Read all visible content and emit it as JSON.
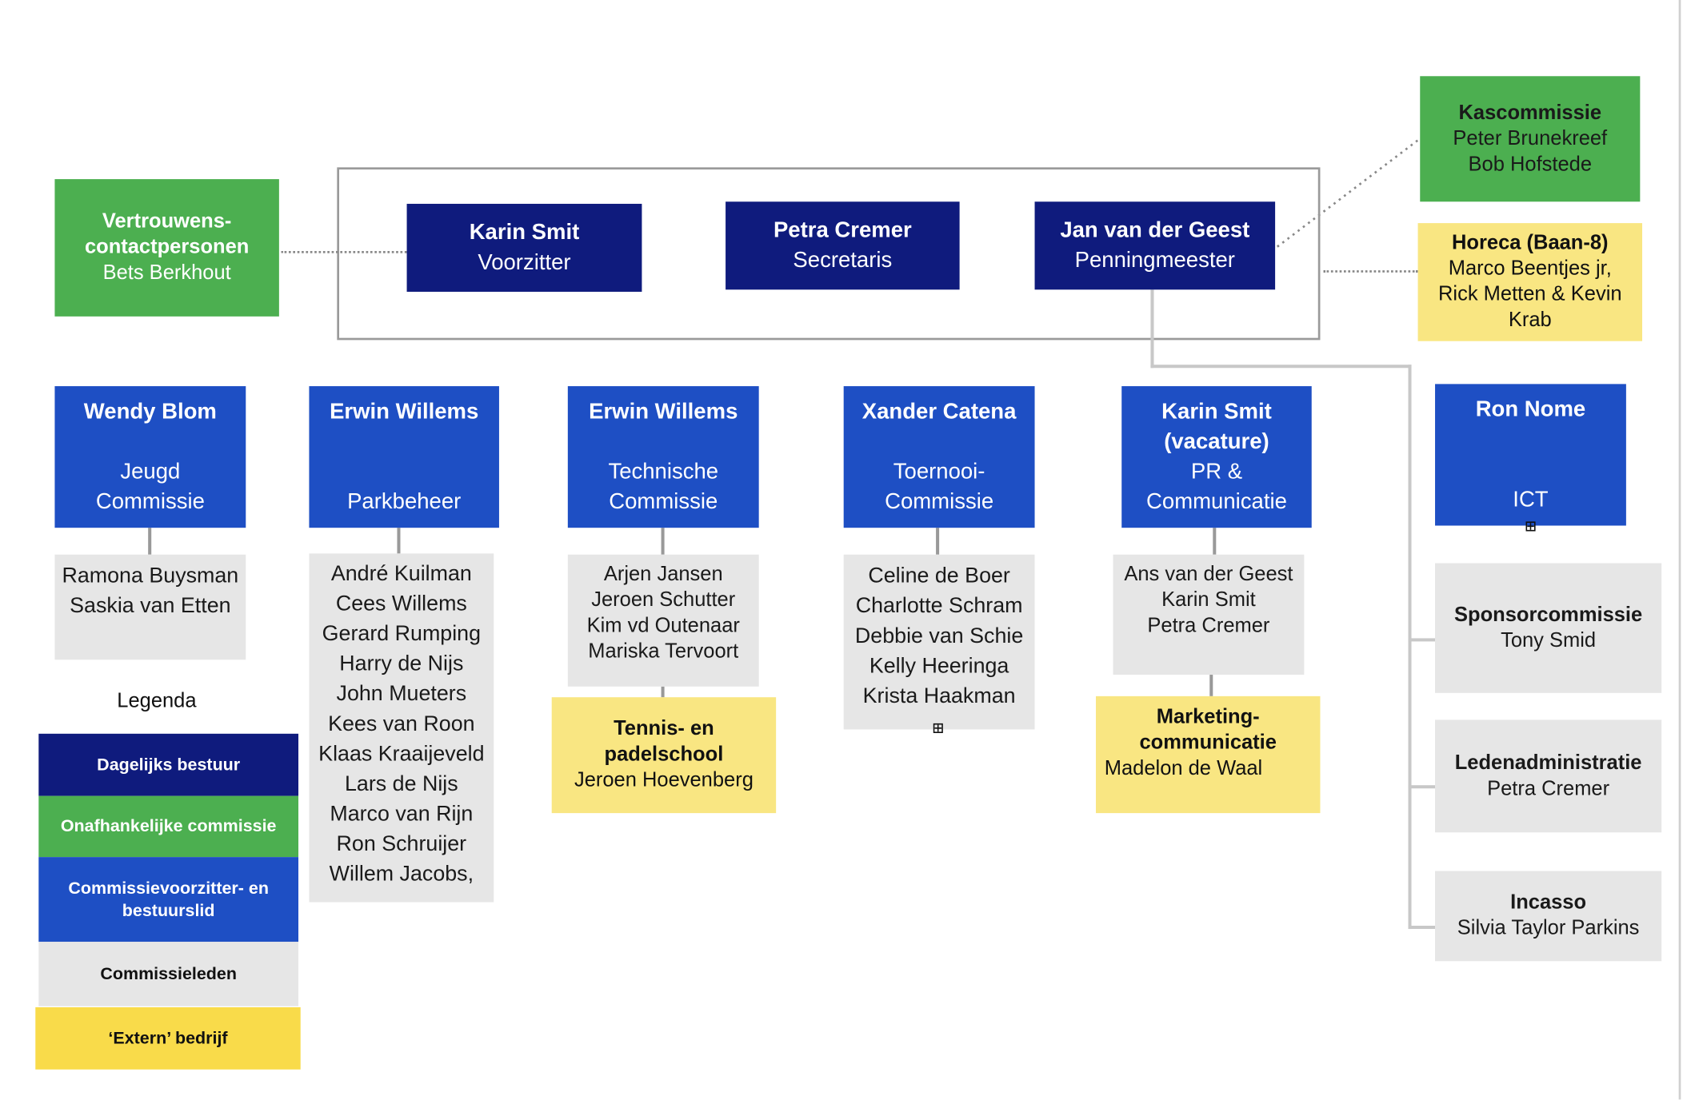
{
  "board": {
    "chair": {
      "name": "Karin Smit",
      "role": "Voorzitter"
    },
    "secretary": {
      "name": "Petra Cremer",
      "role": "Secretaris"
    },
    "treasurer": {
      "name": "Jan van der Geest",
      "role": "Penningmeester"
    }
  },
  "confidential": {
    "title_line1": "Vertrouwens-",
    "title_line2": "contactpersonen",
    "person": "Bets Berkhout"
  },
  "kascommissie": {
    "title": "Kascommissie",
    "members": [
      "Peter Brunekreef",
      "Bob Hofstede"
    ]
  },
  "horeca": {
    "title": "Horeca (Baan-8)",
    "members_line1": "Marco Beentjes jr,",
    "members_line2": "Rick Metten & Kevin",
    "members_line3": "Krab"
  },
  "committees": [
    {
      "chair": "Wendy Blom",
      "name_line1": "Jeugd",
      "name_line2": "Commissie",
      "members": [
        "Ramona Buysman",
        "Saskia van Etten"
      ]
    },
    {
      "chair": "Erwin Willems",
      "name_line1": "",
      "name_line2": "Parkbeheer",
      "members": [
        "André Kuilman",
        "Cees Willems",
        "Gerard Rumping",
        "Harry de Nijs",
        "John Mueters",
        "Kees van Roon",
        "Klaas Kraaijeveld",
        "Lars de Nijs",
        "Marco van Rijn",
        "Ron Schruijer",
        "Willem Jacobs,"
      ]
    },
    {
      "chair": "Erwin Willems",
      "name_line1": "Technische",
      "name_line2": "Commissie",
      "members": [
        "Arjen Jansen",
        "Jeroen Schutter",
        "Kim vd Outenaar",
        "Mariska Tervoort"
      ]
    },
    {
      "chair": "Xander Catena",
      "name_line1": "Toernooi-",
      "name_line2": "Commissie",
      "members": [
        "Celine de Boer",
        "Charlotte Schram",
        "Debbie van Schie",
        "Kelly Heeringa",
        "Krista Haakman"
      ]
    },
    {
      "chair_line1": "Karin Smit",
      "chair_line2": "(vacature)",
      "name_line1": "PR &",
      "name_line2": "Communicatie",
      "members": [
        "Ans van der Geest",
        "Karin Smit",
        "Petra Cremer"
      ]
    }
  ],
  "ict": {
    "chair": "Ron Nome",
    "name": "ICT"
  },
  "external": {
    "tennis": {
      "title_line1": "Tennis- en",
      "title_line2": "padelschool",
      "person": "Jeroen Hoevenberg"
    },
    "marketing": {
      "title_line1": "Marketing-",
      "title_line2": "communicatie",
      "person": "Madelon de Waal"
    }
  },
  "side_committees": [
    {
      "title": "Sponsorcommissie",
      "person": "Tony Smid"
    },
    {
      "title": "Ledenadministratie",
      "person": "Petra Cremer"
    },
    {
      "title": "Incasso",
      "person": "Silvia Taylor Parkins"
    }
  ],
  "legend": {
    "title": "Legenda",
    "items": [
      {
        "label": "Dagelijks bestuur",
        "color": "#0f1b7d"
      },
      {
        "label": "Onafhankelijke commissie",
        "color": "#4caf50"
      },
      {
        "label": "Commissievoorzitter- en bestuurslid",
        "color": "#1e4fc4"
      },
      {
        "label": "Commissieleden",
        "color": "#e6e6e6"
      },
      {
        "label": "‘Extern’ bedrijf",
        "color": "#f9db4a"
      }
    ]
  },
  "expand_glyph": "⊞",
  "colors": {
    "navy": "#0f1b7d",
    "blue": "#1e4fc4",
    "green": "#4caf50",
    "gray": "#e6e6e6",
    "yellow": "#f9e682"
  }
}
